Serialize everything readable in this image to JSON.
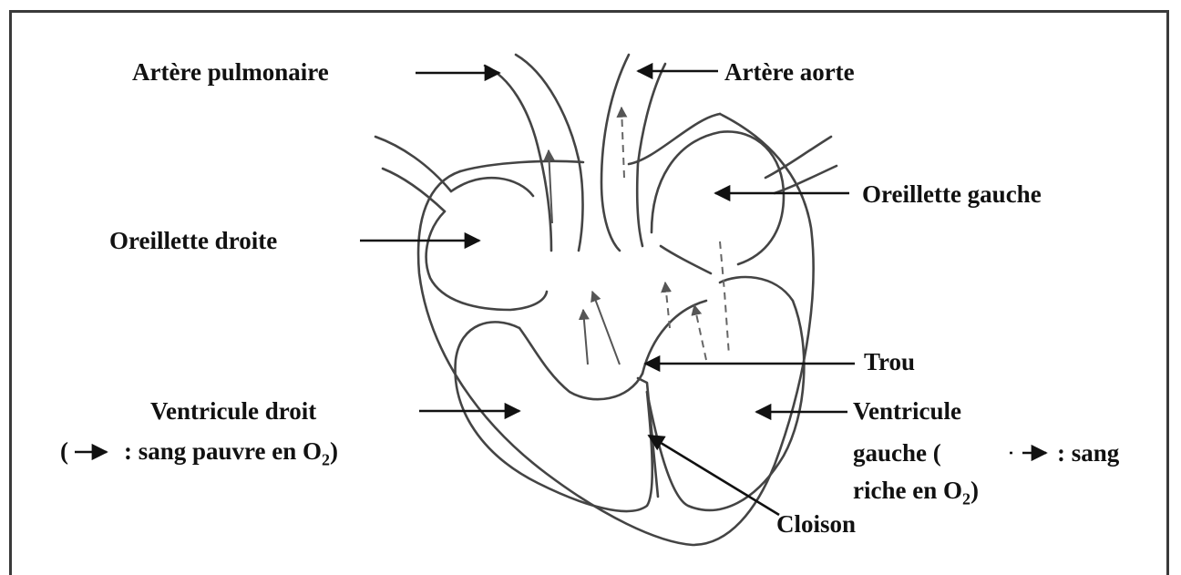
{
  "labels": {
    "artere_pulmonaire": "Artère pulmonaire",
    "artere_aorte": "Artère aorte",
    "oreillette_gauche": "Oreillette gauche",
    "oreillette_droite": "Oreillette droite",
    "trou": "Trou",
    "ventricule_droit": "Ventricule droit",
    "ventricule_droit_legend_open": "(",
    "ventricule_droit_legend_text": ": sang pauvre en O",
    "ventricule_droit_legend_sub": "2",
    "ventricule_droit_legend_close": ")",
    "ventricule_gauche_1": "Ventricule",
    "ventricule_gauche_2_a": "gauche (",
    "ventricule_gauche_2_b": ": sang",
    "ventricule_gauche_3": "riche en O",
    "ventricule_gauche_3_sub": "2",
    "ventricule_gauche_3_close": ")",
    "cloison": "Cloison"
  }
}
